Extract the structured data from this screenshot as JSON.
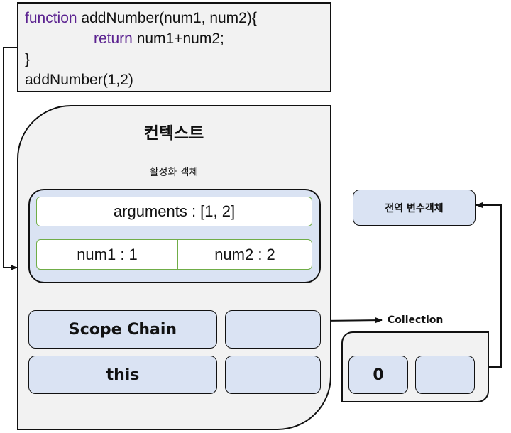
{
  "code": {
    "line1_kw": "function",
    "line1_rest": " addNumber(num1, num2){",
    "line2_kw": "return",
    "line2_rest": " num1+num2;",
    "line3": "}",
    "line4": "addNumber(1,2)"
  },
  "context": {
    "title": "컨텍스트",
    "activation_title": "활성화 객체",
    "arguments": "arguments : [1, 2]",
    "num1": "num1 : 1",
    "num2": "num2 : 2",
    "scope_chain": "Scope Chain",
    "scope_chain_value": "",
    "this": "this",
    "this_value": ""
  },
  "global_object": "전역 변수객체",
  "collection": {
    "label": "Collection",
    "items": [
      "0",
      ""
    ]
  },
  "colors": {
    "box_fill": "#f2f2f2",
    "item_fill": "#dae3f3",
    "green_border": "#70ad47",
    "keyword": "#5b2290"
  }
}
